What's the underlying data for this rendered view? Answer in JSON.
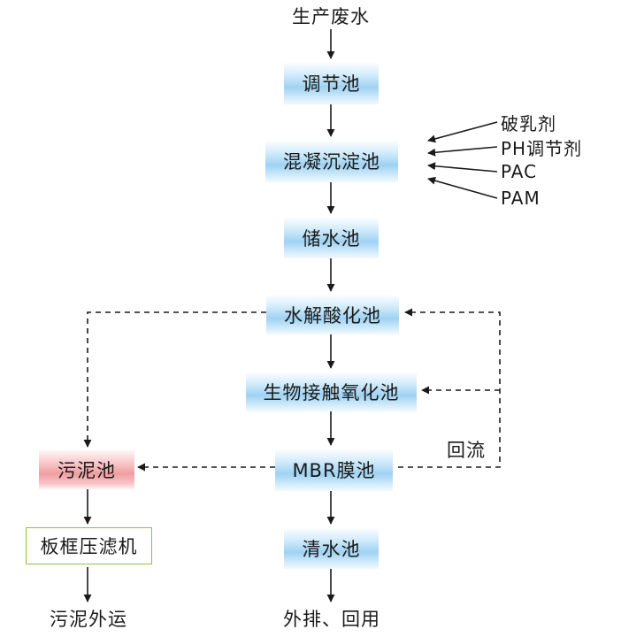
{
  "flow": {
    "input_label": "生产废水",
    "units": {
      "regulating_tank": "调节池",
      "coagulation_tank": "混凝沉淀池",
      "storage_tank": "储水池",
      "hydrolysis_tank": "水解酸化池",
      "contact_oxidation_tank": "生物接触氧化池",
      "mbr_tank": "MBR膜池",
      "clear_water_tank": "清水池",
      "sludge_tank": "污泥池",
      "filter_press": "板框压滤机"
    },
    "chemicals": [
      "破乳剂",
      "PH调节剂",
      "PAC",
      "PAM"
    ],
    "reflux_label": "回流",
    "outputs": {
      "discharge": "外排、回用",
      "sludge_out": "污泥外运"
    }
  },
  "colors": {
    "process_box": "#9fd2f2",
    "sludge_box": "#ef9ea2",
    "filter_border": "#8cc43c",
    "line": "#1a1a1a"
  }
}
